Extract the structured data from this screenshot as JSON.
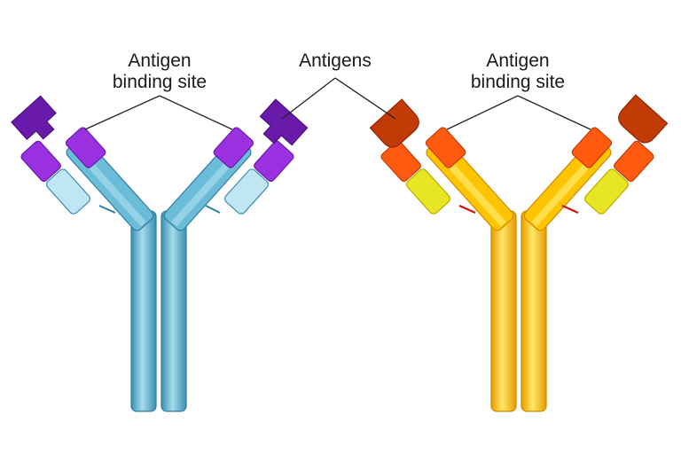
{
  "labels": {
    "left_binding_site": [
      "Antigen",
      "binding site"
    ],
    "antigens": "Antigens",
    "right_binding_site": [
      "Antigen",
      "binding site"
    ]
  },
  "colors": {
    "background": "#ffffff",
    "left_antibody": {
      "heavy_chain": "#6bbcd8",
      "heavy_chain_light": "#a6dcec",
      "heavy_chain_dark": "#3a8fb0",
      "light_chain": "#bfe6f2",
      "variable_region": "#9b30e0",
      "antigen": "#6a1aaa"
    },
    "right_antibody": {
      "heavy_chain": "#ffc400",
      "heavy_chain_light": "#ffe866",
      "heavy_chain_dark": "#e89a00",
      "light_chain": "#e8e624",
      "variable_region": "#ff5a10",
      "antigen": "#c23a05"
    },
    "disulfide_bond": "#d01010",
    "leader_line": "#222222"
  }
}
